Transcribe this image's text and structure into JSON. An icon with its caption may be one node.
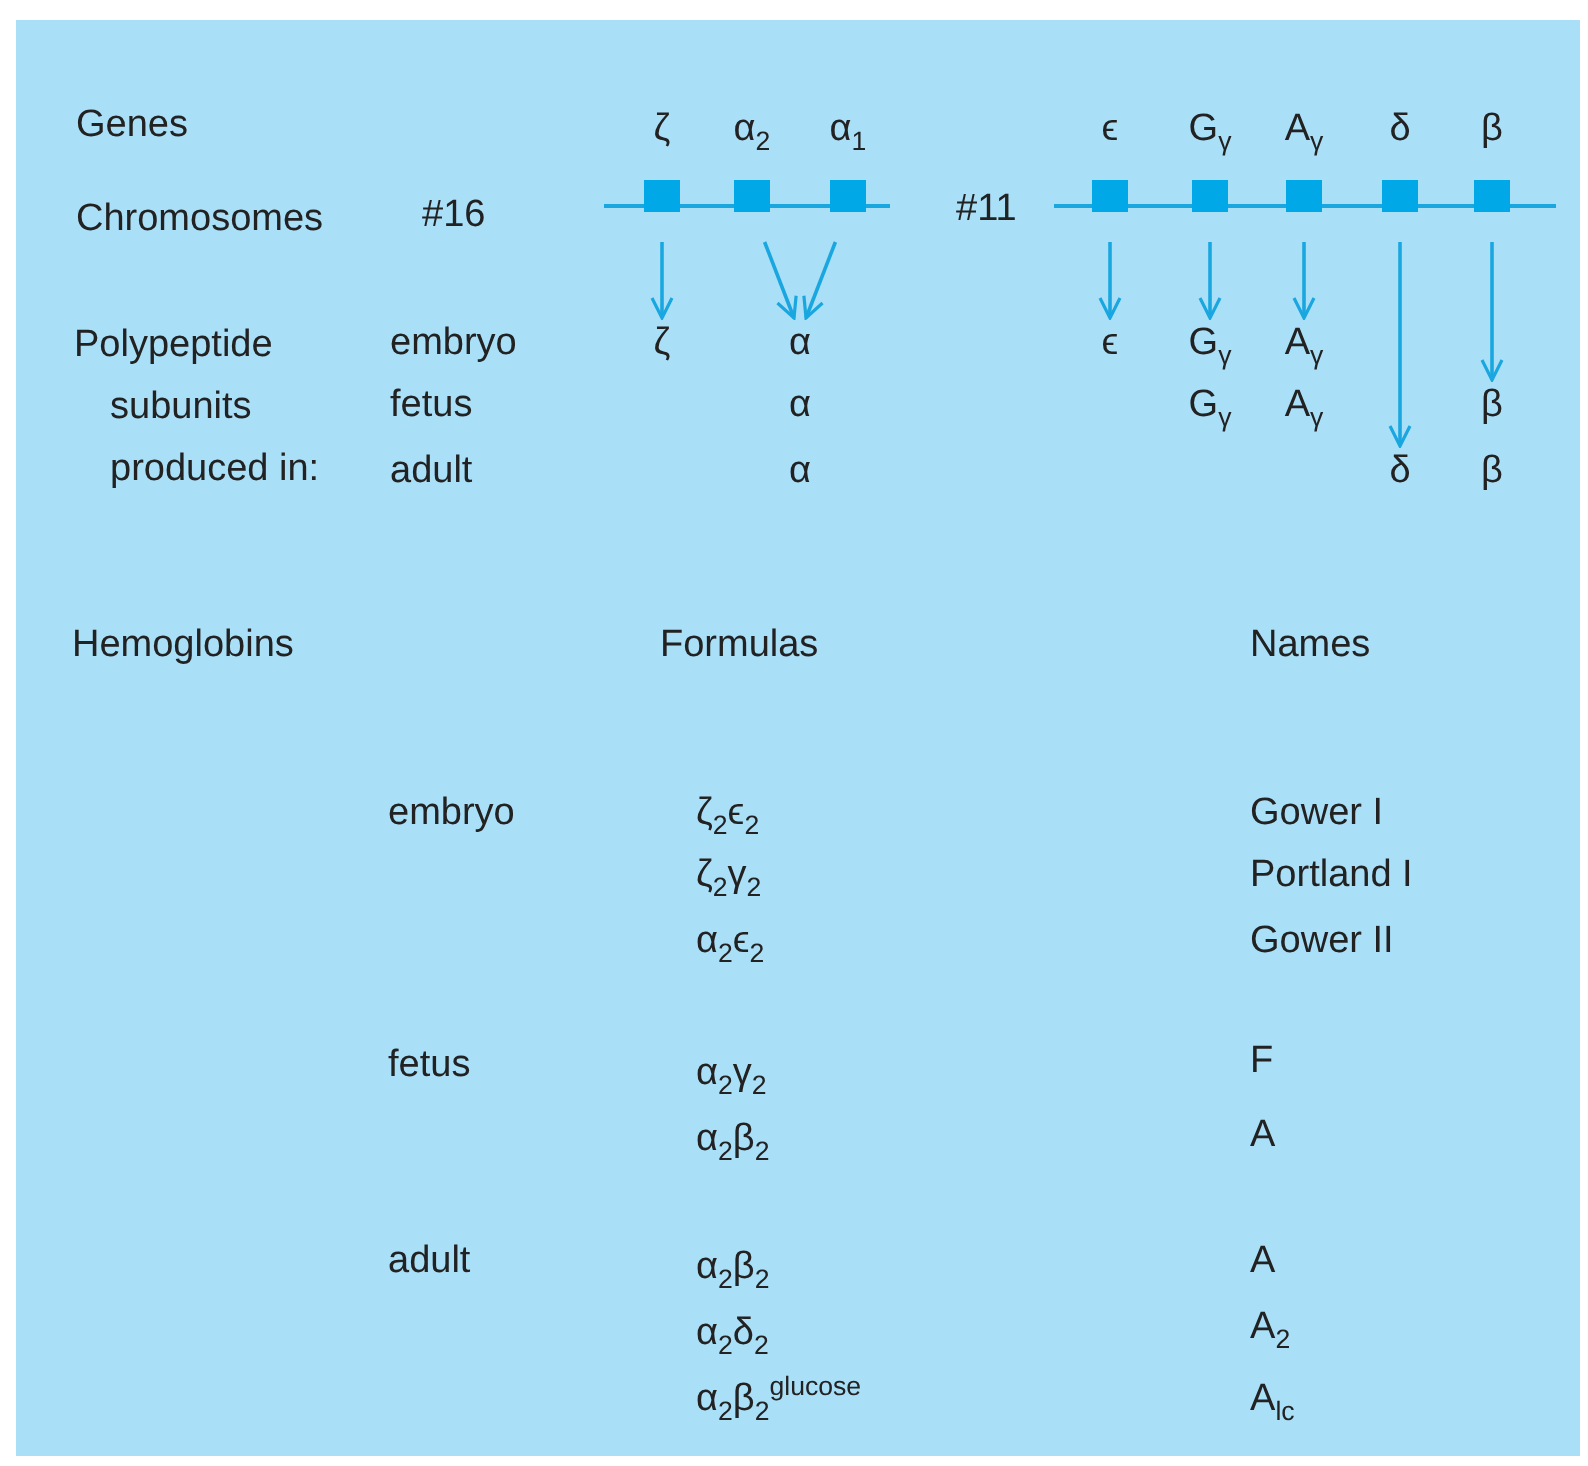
{
  "diagram": {
    "nodes": [
      {
        "text": [
          "ζ"
        ]
      },
      {
        "text": [
          "α$_{2}$"
        ]
      },
      {
        "text": [
          "α$_{1}$"
        ]
      },
      {
        "text": [
          "ϵ"
        ]
      },
      {
        "text": [
          "G$_{γ}$"
        ]
      },
      {
        "text": [
          "A$_{γ}$"
        ]
      },
      {
        "text": [
          "δ"
        ]
      },
      {
        "text": [
          "β"
        ]
      },
      {
        "text": [
          "ζ"
        ]
      },
      {
        "text": [
          "α"
        ]
      },
      {
        "text": [
          "ϵ"
        ]
      },
      {
        "text": [
          "G$_{γ}$"
        ]
      },
      {
        "text": [
          "A$_{γ}$"
        ]
      },
      {
        "text": [
          "δ"
        ]
      },
      {
        "text": [
          "β"
        ]
      }
    ],
    "edges": [
      {
        "from": 0,
        "to": 8,
        "arrow": "to"
      },
      {
        "from": 1,
        "to": 9,
        "arrow": "to"
      },
      {
        "from": 2,
        "to": 9,
        "arrow": "to"
      },
      {
        "from": 3,
        "to": 10,
        "arrow": "to"
      },
      {
        "from": 4,
        "to": 11,
        "arrow": "to"
      },
      {
        "from": 5,
        "to": 12,
        "arrow": "to"
      },
      {
        "from": 6,
        "to": 13,
        "arrow": "to"
      },
      {
        "from": 7,
        "to": 14,
        "arrow": "to"
      }
    ],
    "labels": [
      "Genes",
      "Chromosomes",
      "#16",
      "#11",
      "Polypeptide subunits produced in:",
      "embryo",
      "fetus",
      "α",
      "G$_{γ}$",
      "A$_{γ}$",
      "adult",
      "α",
      "β",
      "Hemoglobins",
      "Formulas",
      "Names",
      "embryo",
      "ζ$_{2}$ϵ$_{2}$",
      "Gower I",
      "ζ$_{2}$γ$_{2}$",
      "Portland I",
      "α$_{2}$ϵ$_{2}$",
      "Gower II",
      "fetus",
      "α$_{2}$γ$_{2}$",
      "F",
      "α$_{2}$β$_{2}$",
      "A",
      "adult",
      "α$_{2}$β$_{2}$",
      "A",
      "α$_{2}$δ$_{2}$",
      "A$_{2}$",
      "α$_{2}$β$_{2}$$^{glucose}$",
      "A$_{lc}$"
    ]
  }
}
